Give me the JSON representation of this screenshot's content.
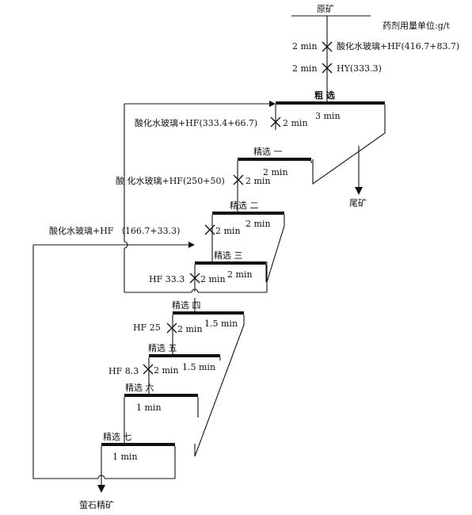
{
  "header": {
    "ore": "原矿",
    "unit_note": "药剂用量单位:g/t"
  },
  "feed": {
    "t1": "2 min",
    "r1": "酸化水玻璃+HF(416.7+83.7)",
    "t2": "2 min",
    "r2": "HY(333.3)"
  },
  "rougher": {
    "label": "粗 选",
    "time": "3 min"
  },
  "cleaners": [
    {
      "label": "精选 一",
      "reagent": "酸化水玻璃+HF(333.4+66.7)",
      "cond": "2 min",
      "time": "2 min"
    },
    {
      "label": "精选 二",
      "reagent": "酸 化水玻璃+HF(250+50)",
      "cond": "2 min",
      "time": "2 min"
    },
    {
      "label": "精选 三",
      "reagent": "",
      "cond": "2 min",
      "time": "2 min"
    },
    {
      "label": "精选 四",
      "reagent": "HF 33.3",
      "cond": "2 min",
      "time": "1.5 min"
    },
    {
      "label": "精选 五",
      "reagent": "HF 25",
      "cond": "2 min",
      "time": "1.5 min"
    },
    {
      "label": "精选 六",
      "reagent": "HF 8.3",
      "cond": "2 min",
      "time": "1 min"
    },
    {
      "label": "精选 七",
      "reagent": "",
      "cond": "",
      "time": "1 min"
    }
  ],
  "extra_reagent": "酸化水玻璃+HF （166.7+33.3)",
  "tailings": "尾矿",
  "concentrate": "萤石精矿"
}
